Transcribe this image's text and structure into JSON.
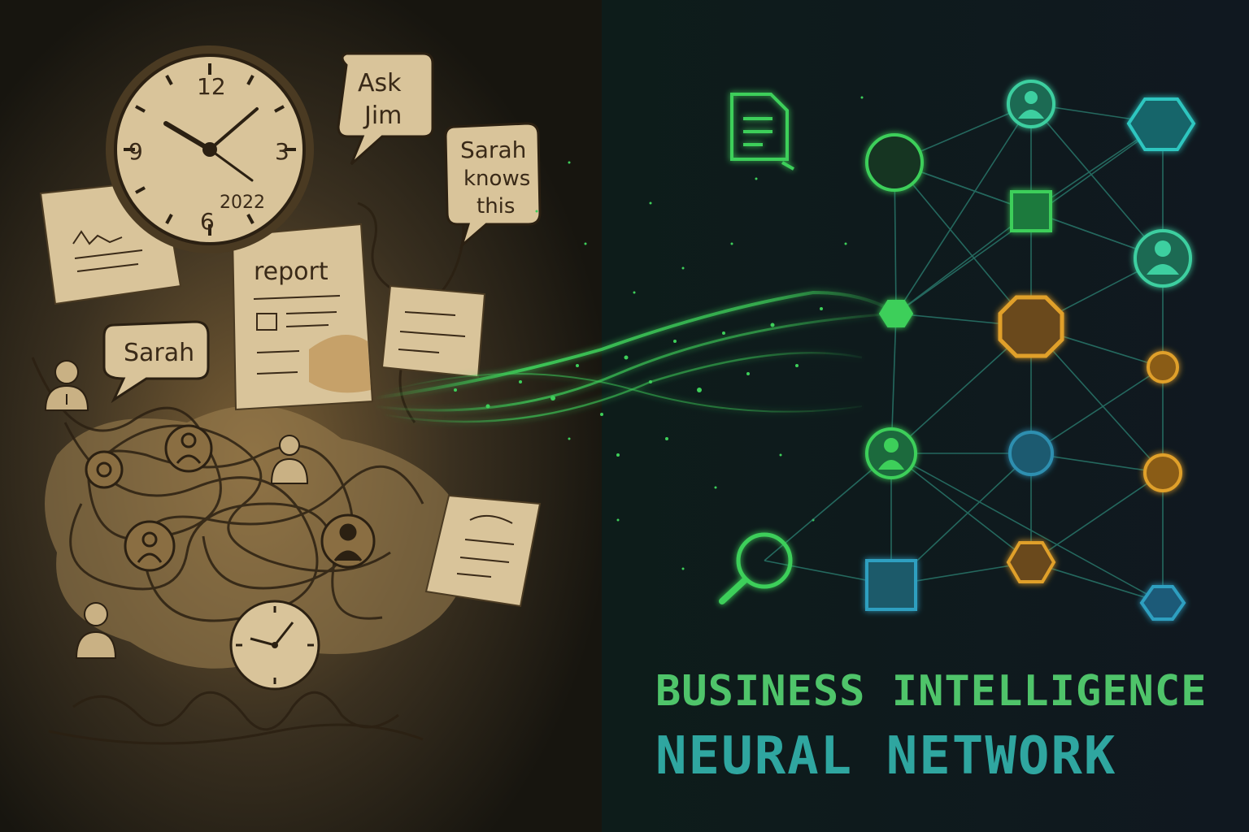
{
  "left_panel": {
    "clock": {
      "numerals": [
        "12",
        "3",
        "6",
        "9"
      ],
      "year": "2022"
    },
    "bubbles": {
      "ask_jim": [
        "Ask",
        "Jim"
      ],
      "sarah_knows": [
        "Sarah",
        "knows",
        "this"
      ],
      "sarah": "Sarah"
    },
    "report_label": "report"
  },
  "right_panel": {
    "title_line1": "BUSINESS INTELLIGENCE",
    "title_line2": "NEURAL NETWORK"
  },
  "colors": {
    "parchment": "#d9c49a",
    "ink": "#3a2a18",
    "green": "#3ecf5a",
    "teal": "#2fa6a0",
    "orange": "#e0a02a",
    "blue": "#2d8fb0"
  },
  "icons": [
    "clock-icon",
    "document-icon",
    "speech-bubble-icon",
    "person-icon",
    "search-icon",
    "hexagon-icon",
    "square-icon",
    "circle-icon"
  ]
}
